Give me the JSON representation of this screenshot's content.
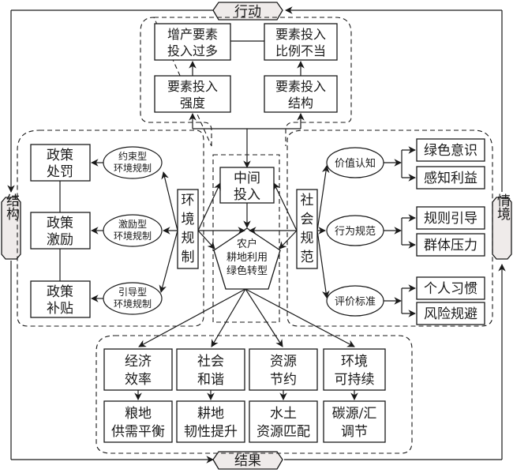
{
  "stages": {
    "action": "行动",
    "structure": "结构",
    "situation": "情境",
    "result": "结果"
  },
  "action_block": {
    "intensity": [
      "要素投入",
      "强度"
    ],
    "structure": [
      "要素投入",
      "结构"
    ],
    "overuse": [
      "增产要素",
      "投入过多"
    ],
    "imbalance": [
      "要素投入",
      "比例不当"
    ]
  },
  "center": {
    "intermediate": [
      "中间",
      "投入"
    ],
    "core": [
      "农户",
      "耕地利用",
      "绿色转型"
    ]
  },
  "env_regulation": {
    "title": [
      "环",
      "境",
      "规",
      "制"
    ],
    "types": [
      {
        "ellipse": [
          "约束型",
          "环境规制"
        ],
        "policy": [
          "政策",
          "处罚"
        ]
      },
      {
        "ellipse": [
          "激励型",
          "环境规制"
        ],
        "policy": [
          "政策",
          "激励"
        ]
      },
      {
        "ellipse": [
          "引导型",
          "环境规制"
        ],
        "policy": [
          "政策",
          "补贴"
        ]
      }
    ]
  },
  "social_norms": {
    "title": [
      "社",
      "会",
      "规",
      "范"
    ],
    "groups": [
      {
        "ellipse": "价值认知",
        "items": [
          "绿色意识",
          "感知利益"
        ]
      },
      {
        "ellipse": "行为规范",
        "items": [
          "规则引导",
          "群体压力"
        ]
      },
      {
        "ellipse": "评价标准",
        "items": [
          "个人习惯",
          "风险规避"
        ]
      }
    ]
  },
  "outcomes": [
    {
      "goal": [
        "经济",
        "效率"
      ],
      "effect": [
        "粮地",
        "供需平衡"
      ]
    },
    {
      "goal": [
        "社会",
        "和谐"
      ],
      "effect": [
        "耕地",
        "韧性提升"
      ]
    },
    {
      "goal": [
        "资源",
        "节约"
      ],
      "effect": [
        "水土",
        "资源匹配"
      ]
    },
    {
      "goal": [
        "环境",
        "可持续"
      ],
      "effect": [
        "碳源/汇",
        "调节"
      ]
    }
  ]
}
